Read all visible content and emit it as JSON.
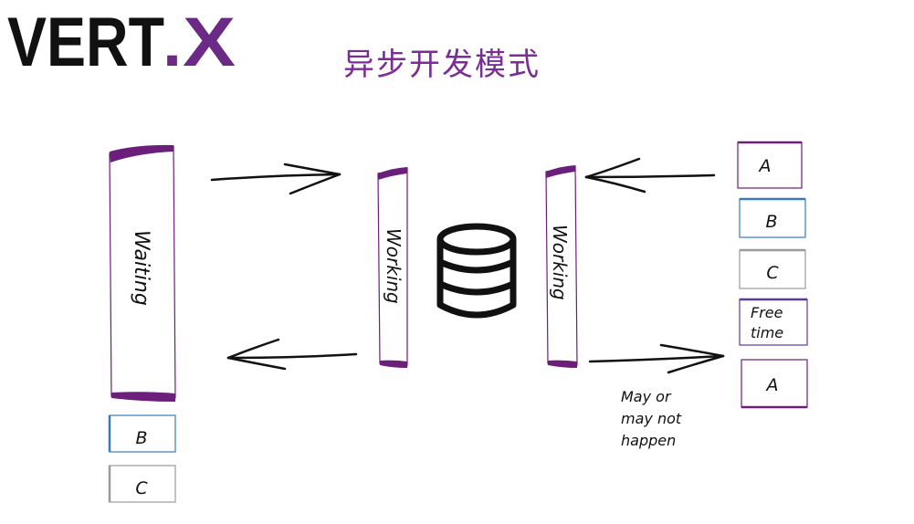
{
  "logo": {
    "text_main": "VERT",
    "text_dot": ".",
    "text_x": "X",
    "main_color": "#111111",
    "accent_color": "#6b2a85"
  },
  "title": "异步开发模式",
  "colors": {
    "title": "#7a2e93",
    "purple": "#6b1f7a",
    "blue": "#3a7ab8",
    "gray": "#9a9a9a",
    "ink": "#111111"
  },
  "left_column": {
    "main_label": "Waiting",
    "queue": [
      "B",
      "C"
    ]
  },
  "middle": {
    "left_label": "Working",
    "right_label": "Working",
    "database_icon": "database-icon"
  },
  "right_queue": {
    "items": [
      "A",
      "B",
      "C",
      "Free\ntime",
      "A"
    ]
  },
  "note": [
    "May or",
    "may not",
    "happen"
  ]
}
